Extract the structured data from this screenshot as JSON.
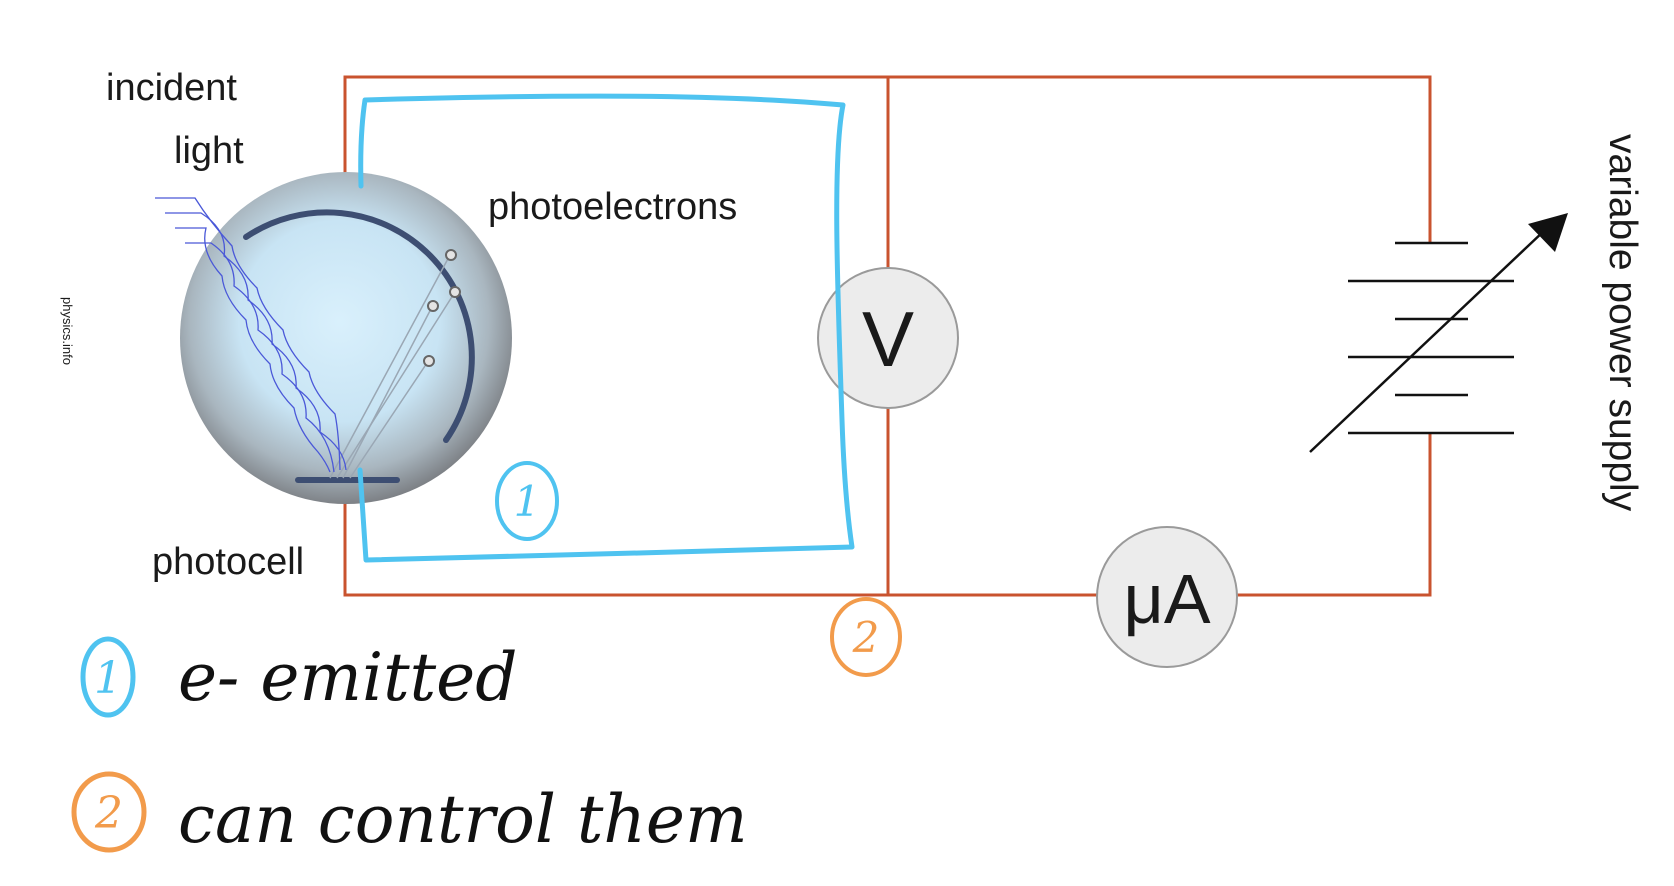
{
  "labels": {
    "incident_line1": "incident",
    "incident_line2": "light",
    "photoelectrons": "photoelectrons",
    "photocell": "photocell",
    "watermark": "physics.info",
    "variable_supply": "variable power supply"
  },
  "meters": {
    "voltmeter": "V",
    "ammeter": "μA"
  },
  "annotations": {
    "marker_1": "1",
    "marker_2": "2",
    "note_1": "e- emitted",
    "note_2": "can control them"
  },
  "colors": {
    "wire": "#c9532f",
    "annotation_blue": "#4fc3f0",
    "annotation_orange": "#f29b4b",
    "photocell_glass": "#cfe9f8",
    "electrode": "#3d4e72",
    "light_waves": "#4a58d8",
    "meter_face": "#ececec"
  }
}
